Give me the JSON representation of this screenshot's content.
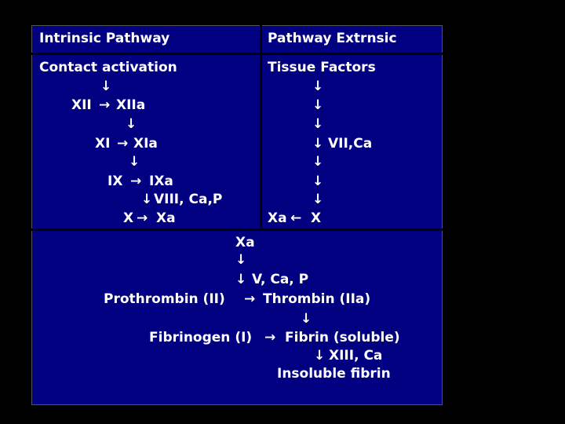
{
  "theme": {
    "background": "#000000",
    "table_fill": "#000080",
    "text_color": "#ffffff"
  },
  "header": {
    "left": "Intrinsic Pathway",
    "right": "Pathway Extrnsic"
  },
  "arrows": {
    "down": "↓",
    "right": "→",
    "left": "←"
  },
  "intrinsic": {
    "start": "Contact activation",
    "xii": "XII",
    "xiia": "XIIa",
    "xi": "XI",
    "xia": "XIa",
    "ix": "IX",
    "ixa": "IXa",
    "cofactor": "VIII, Ca,P",
    "x": "X",
    "xa": "Xa"
  },
  "extrinsic": {
    "start": "Tissue Factors",
    "cofactor": "VII,Ca",
    "xa": "Xa",
    "x": "X"
  },
  "common": {
    "xa": "Xa",
    "cofactor_v": "V, Ca, P",
    "prothrombin": "Prothrombin (II)",
    "thrombin": "Thrombin (IIa)",
    "fibrinogen": "Fibrinogen (I)",
    "fibrin_soluble": "Fibrin (soluble)",
    "cofactor_xiii": "XIII, Ca",
    "insoluble": "Insoluble fibrin"
  }
}
